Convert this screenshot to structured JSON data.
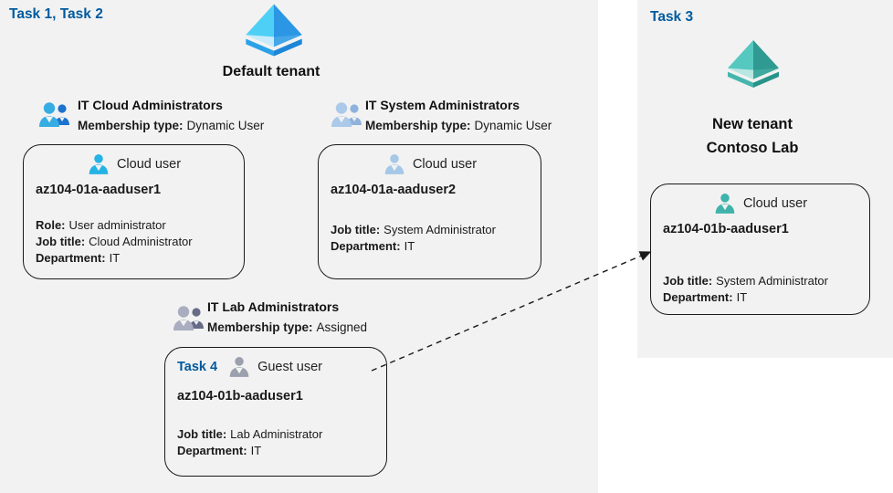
{
  "colors": {
    "panel_bg": "#f2f2f2",
    "task_label_blue": "#005a9e",
    "box_border": "#1a1a1a",
    "arrow": "#1a1a1a",
    "tenant_blue": {
      "face_light": "#4ed0f6",
      "face_dark": "#2b97e4",
      "wedge_light": "#c7ebfa",
      "wedge_dark": "#44a5e8",
      "rim_light": "#2ba2e8",
      "rim_dark": "#1c86d8"
    },
    "tenant_teal": {
      "face_light": "#55c8c0",
      "face_dark": "#2f9a91",
      "wedge_light": "#b9e6e1",
      "wedge_dark": "#3fa89f",
      "rim_light": "#46b6ad",
      "rim_dark": "#27948a"
    },
    "person_cloud_bright": "#25b2e5",
    "person_cloud_pale": "#a6c8e8",
    "person_guest": "#9aa0ac",
    "person_teal": "#3fb3ab",
    "group_cloud_big": "#35ace2",
    "group_cloud_small": "#1b72cf",
    "group_system_big": "#abc9e9",
    "group_system_small": "#8fb2dd",
    "group_lab_big": "#a9adbf",
    "group_lab_small": "#666c87"
  },
  "icons": {
    "tenant": "azure-ad-diamond",
    "group": "two-people",
    "user": "person-silhouette"
  },
  "default_tenant": {
    "task_label": "Task 1, Task 2",
    "name": "Default tenant",
    "groups": [
      {
        "title": "IT Cloud Administrators",
        "membership_label": "Membership type:",
        "membership_value": "Dynamic User"
      },
      {
        "title": "IT System Administrators",
        "membership_label": "Membership type:",
        "membership_value": "Dynamic User"
      },
      {
        "title": "IT Lab Administrators",
        "membership_label": "Membership type:",
        "membership_value": "Assigned"
      }
    ],
    "users": [
      {
        "type_label": "Cloud user",
        "name": "az104-01a-aaduser1",
        "details": [
          {
            "label": "Role:",
            "value": "User administrator"
          },
          {
            "label": "Job title:",
            "value": "Cloud Administrator"
          },
          {
            "label": "Department:",
            "value": "IT"
          }
        ]
      },
      {
        "type_label": "Cloud user",
        "name": "az104-01a-aaduser2",
        "details": [
          {
            "label": "Job title:",
            "value": "System Administrator"
          },
          {
            "label": "Department:",
            "value": "IT"
          }
        ]
      },
      {
        "task_label": "Task 4",
        "type_label": "Guest user",
        "name": "az104-01b-aaduser1",
        "details": [
          {
            "label": "Job title:",
            "value": "Lab Administrator"
          },
          {
            "label": "Department:",
            "value": "IT"
          }
        ]
      }
    ]
  },
  "new_tenant": {
    "task_label": "Task 3",
    "name_line1": "New tenant",
    "name_line2": "Contoso Lab",
    "user": {
      "type_label": "Cloud user",
      "name": "az104-01b-aaduser1",
      "details": [
        {
          "label": "Job title:",
          "value": "System Administrator"
        },
        {
          "label": "Department:",
          "value": "IT"
        }
      ]
    }
  }
}
